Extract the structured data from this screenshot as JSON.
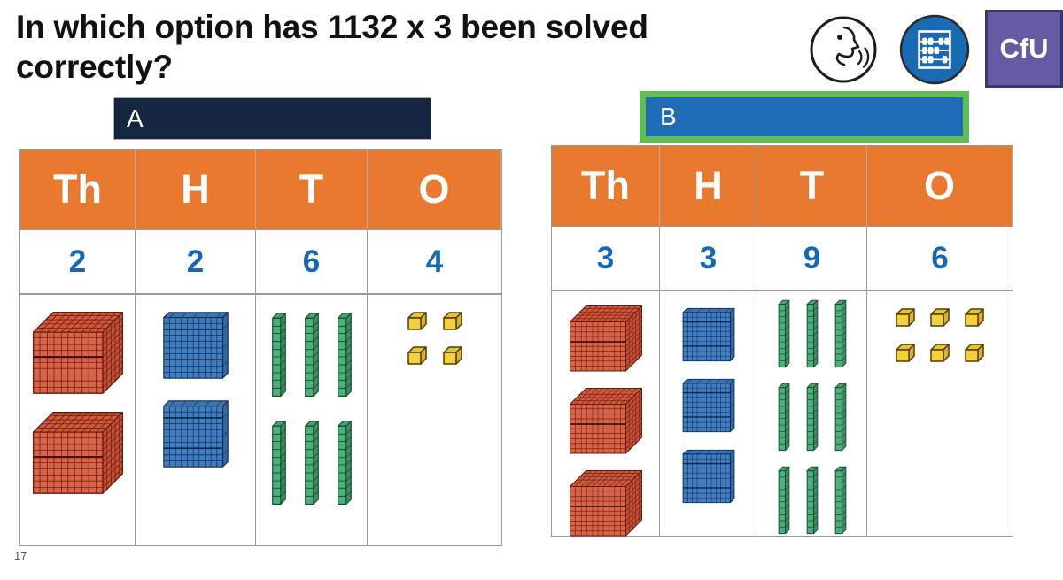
{
  "title": "In which option has 1132 x 3 been solved correctly?",
  "slide_number": "17",
  "header_icons": {
    "speak_icon": "speaking-head-with-sound-waves",
    "abacus_icon": "abacus-on-blue-circle",
    "cfu_label": "CfU"
  },
  "place_value_columns": [
    "Th",
    "H",
    "T",
    "O"
  ],
  "options": [
    {
      "label": "A",
      "digits": [
        "2",
        "2",
        "6",
        "4"
      ],
      "blocks": [
        {
          "block": "thousand",
          "count": 2,
          "per_row": 1
        },
        {
          "block": "hundred",
          "count": 2,
          "per_row": 1
        },
        {
          "block": "ten",
          "count": 6,
          "per_row": 3
        },
        {
          "block": "one",
          "count": 4,
          "per_row": 2
        }
      ]
    },
    {
      "label": "B",
      "digits": [
        "3",
        "3",
        "9",
        "6"
      ],
      "blocks": [
        {
          "block": "thousand",
          "count": 3,
          "per_row": 1
        },
        {
          "block": "hundred",
          "count": 3,
          "per_row": 1
        },
        {
          "block": "ten",
          "count": 9,
          "per_row": 3
        },
        {
          "block": "one",
          "count": 6,
          "per_row": 3
        }
      ]
    }
  ],
  "colors": {
    "header_orange": "#E8792E",
    "digit_blue": "#1768B3",
    "option_a_bar_navy": "#142740",
    "option_b_fill_blue": "#1F6CB6",
    "option_b_border_green": "#62BC58",
    "cfu_purple": "#645BA3",
    "abacus_circle_blue": "#1A6AB2",
    "thousand_block_red": "#DB6347",
    "hundred_block_blue": "#3F7DC4",
    "ten_block_green": "#4CB07A",
    "one_block_yellow": "#F3D03E"
  }
}
